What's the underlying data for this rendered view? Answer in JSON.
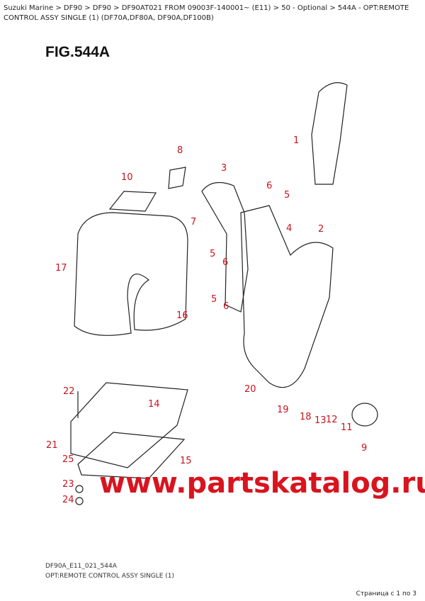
{
  "breadcrumb": "Suzuki Marine > DF90 > DF90 > DF90AT021 FROM 09003F-140001~ (E11) > 50 - Optional > 544A - OPT:REMOTE CONTROL ASSY SINGLE (1) (DF70A,DF80A, DF90A,DF100B)",
  "figure_title": "FIG.544A",
  "diagram_code": "DF90A_E11_021_544A",
  "diagram_subtitle": "OPT:REMOTE CONTROL ASSY SINGLE (1)",
  "watermark": "www.partskatalog.ru",
  "pagination": "Страница с 1 по 3",
  "label_color": "#c8141e",
  "part_labels": [
    "1",
    "2",
    "3",
    "4",
    "5",
    "5",
    "5",
    "6",
    "6",
    "6",
    "7",
    "8",
    "9",
    "10",
    "11",
    "12",
    "13",
    "14",
    "15",
    "16",
    "17",
    "18",
    "19",
    "20",
    "21",
    "22",
    "23",
    "24",
    "25"
  ]
}
